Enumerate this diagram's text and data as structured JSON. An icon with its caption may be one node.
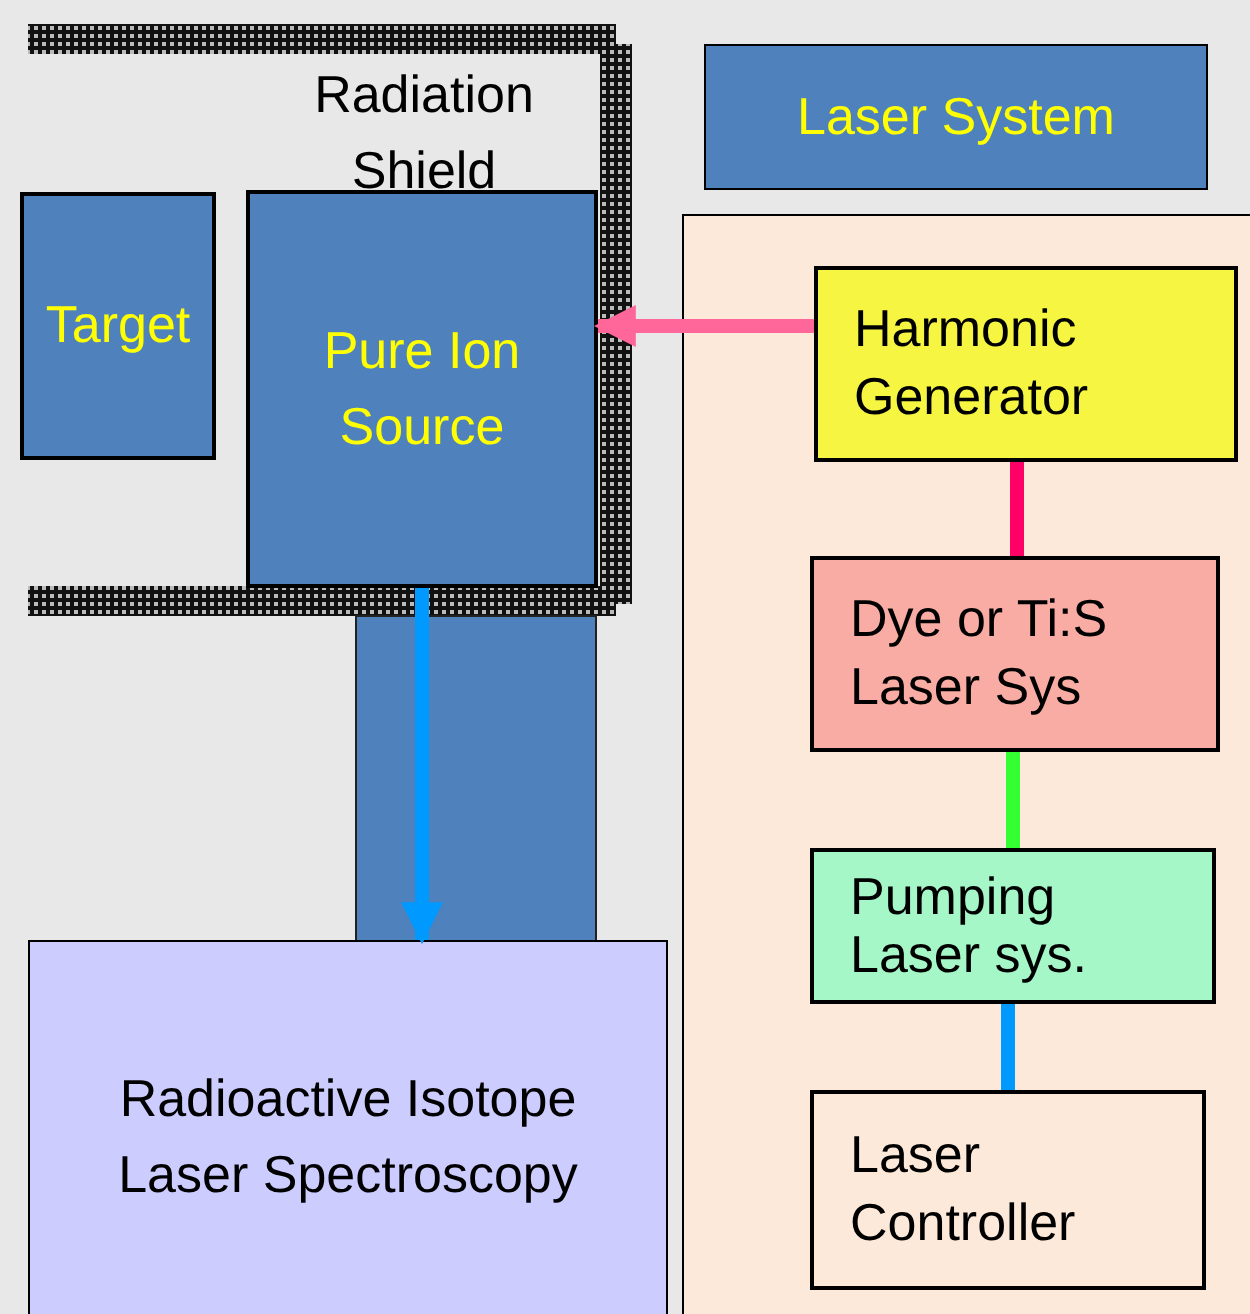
{
  "diagram": {
    "nodes": [
      {
        "text": [
          "Target"
        ]
      },
      {
        "text": [
          "Pure Ion Source"
        ]
      },
      {
        "text": [
          "Laser System"
        ]
      },
      {
        "text": [],
        "shape": "box"
      },
      {
        "text": [
          "Harmonic Generator"
        ],
        "in": 3
      },
      {
        "text": [
          "Dye or Ti:S Laser Sys"
        ],
        "in": 3
      },
      {
        "text": [
          "Pumping Laser sys."
        ],
        "in": 3
      },
      {
        "text": [
          "Laser Controller"
        ],
        "in": 3
      },
      {
        "text": [
          "Radioactive Isotope Laser Spectroscopy"
        ]
      }
    ],
    "edges": [
      {
        "from": 4,
        "to": 1,
        "arrow": "to",
        "color": "#ff6699"
      },
      {
        "from": 4,
        "to": 5,
        "arrow": "none",
        "color": "#ff0066"
      },
      {
        "from": 5,
        "to": 6,
        "arrow": "none",
        "color": "#33ff33"
      },
      {
        "from": 6,
        "to": 7,
        "arrow": "none",
        "color": "#0099ff"
      },
      {
        "from": 1,
        "to": 8,
        "arrow": "to",
        "color": "#0099ff"
      }
    ],
    "labels": [
      "Radiation Shield"
    ]
  }
}
